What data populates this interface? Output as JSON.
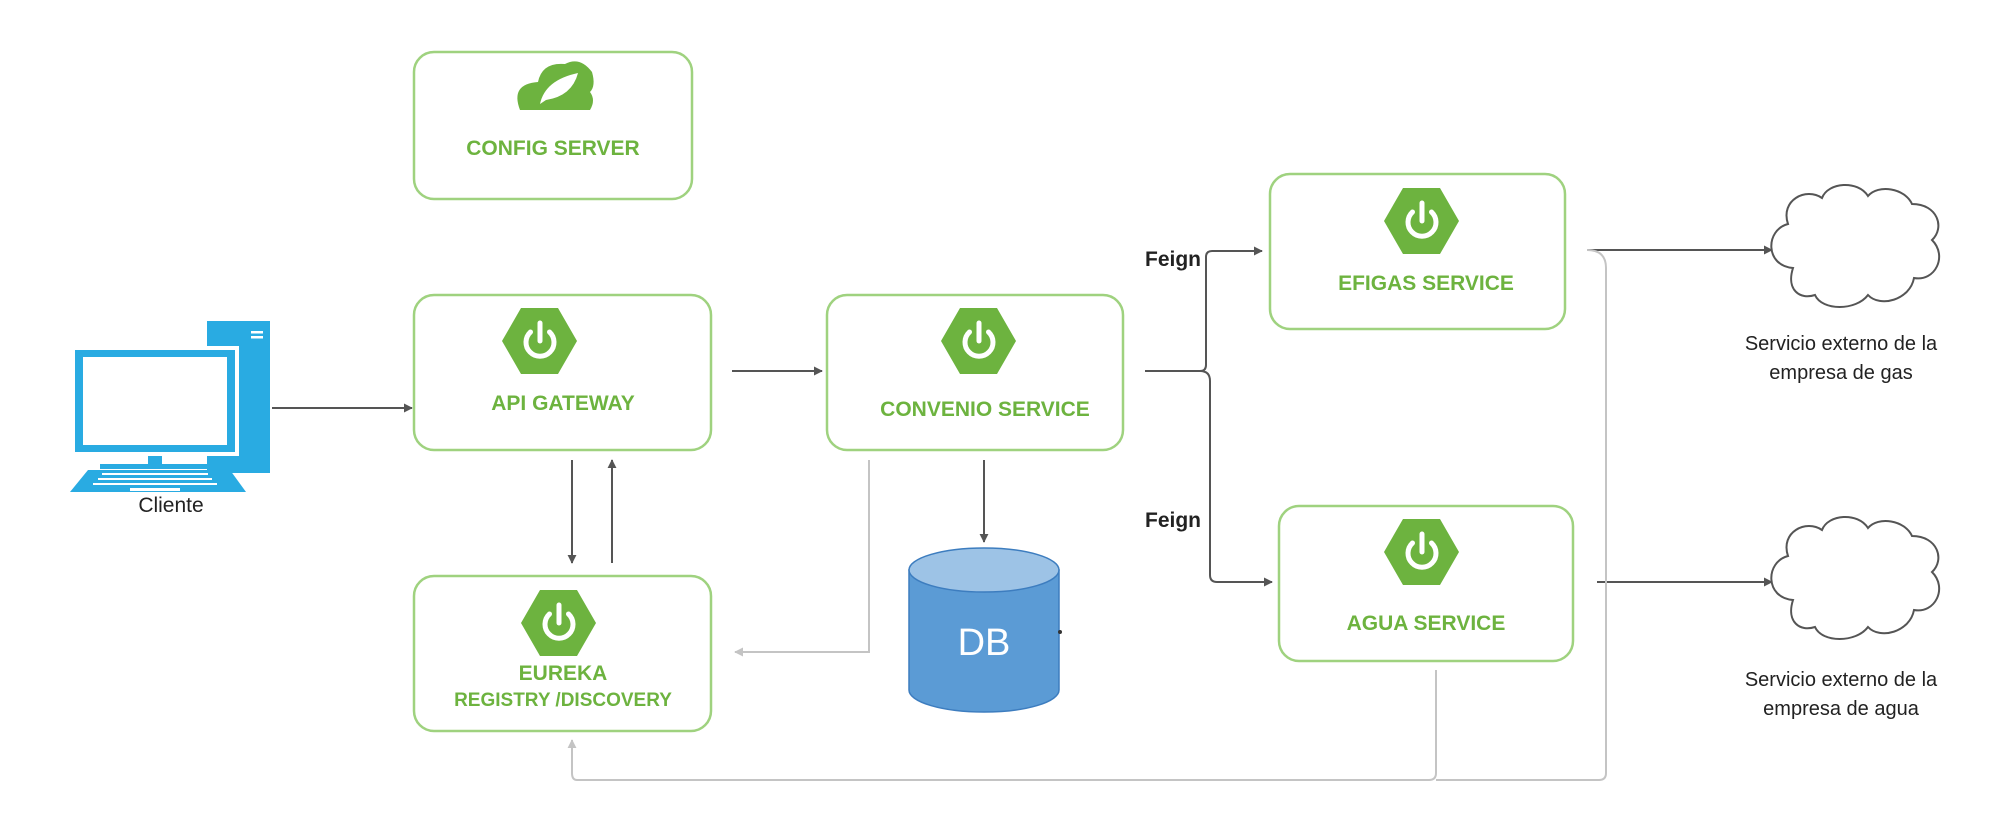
{
  "colors": {
    "accent_green": "#6db33f",
    "box_border": "#9fd27f",
    "arrow_dark": "#555555",
    "arrow_light": "#c4c4c4",
    "monitor_blue": "#29abe2",
    "db_blue": "#5b9bd5"
  },
  "nodes": {
    "config_server": {
      "label": "CONFIG SERVER",
      "icon": "spring-leaf-cloud-icon"
    },
    "api_gateway": {
      "label": "API GATEWAY",
      "icon": "spring-boot-power-icon"
    },
    "convenio_service": {
      "label": "CONVENIO SERVICE",
      "icon": "spring-boot-power-icon"
    },
    "eureka": {
      "label_line1": "EUREKA",
      "label_line2": "REGISTRY /DISCOVERY",
      "icon": "spring-boot-power-icon"
    },
    "efigas_service": {
      "label": "EFIGAS SERVICE",
      "icon": "spring-boot-power-icon"
    },
    "agua_service": {
      "label": "AGUA SERVICE",
      "icon": "spring-boot-power-icon"
    },
    "client": {
      "label": "Cliente",
      "icon": "desktop-computer-icon"
    },
    "database": {
      "label": "DB",
      "icon": "database-cylinder-icon"
    },
    "gas_cloud": {
      "label_line1": "Servicio externo de la",
      "label_line2": "empresa de gas",
      "icon": "cloud-icon"
    },
    "water_cloud": {
      "label_line1": "Servicio externo de la",
      "label_line2": "empresa de agua",
      "icon": "cloud-icon"
    }
  },
  "edge_labels": {
    "feign_efigas": "Feign",
    "feign_agua": "Feign"
  }
}
